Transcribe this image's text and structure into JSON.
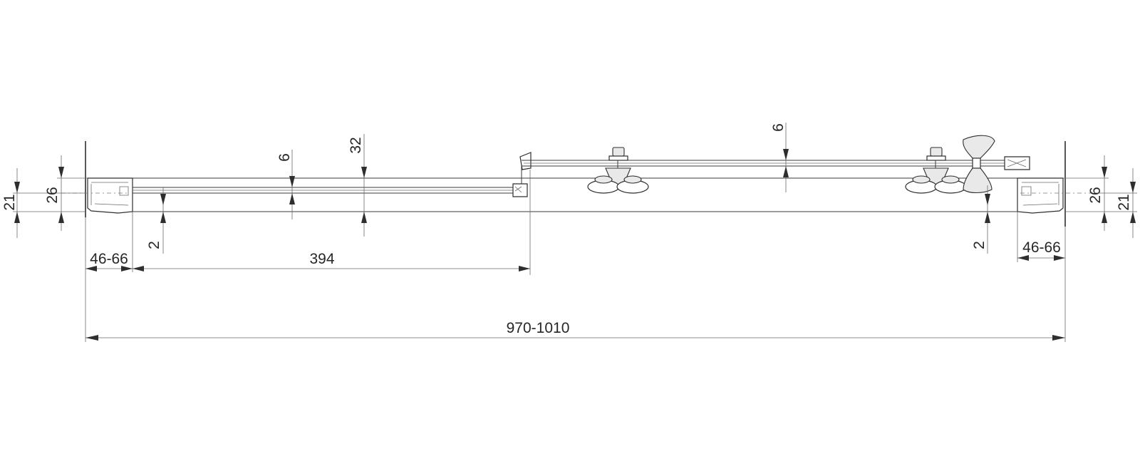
{
  "dimensions": {
    "overall_width": "970-1010",
    "fixed_panel_width": "394",
    "left_profile_adjust": "46-66",
    "right_profile_adjust": "46-66",
    "left_outer_depth": "21",
    "left_profile_depth": "26",
    "right_outer_depth": "21",
    "right_profile_depth": "26",
    "glass_thickness_fixed": "6",
    "glass_thickness_door": "6",
    "total_depth": "32",
    "left_gap": "2",
    "right_gap": "2"
  },
  "colors": {
    "line": "#2e2e2e",
    "text": "#262626",
    "background": "#ffffff"
  }
}
